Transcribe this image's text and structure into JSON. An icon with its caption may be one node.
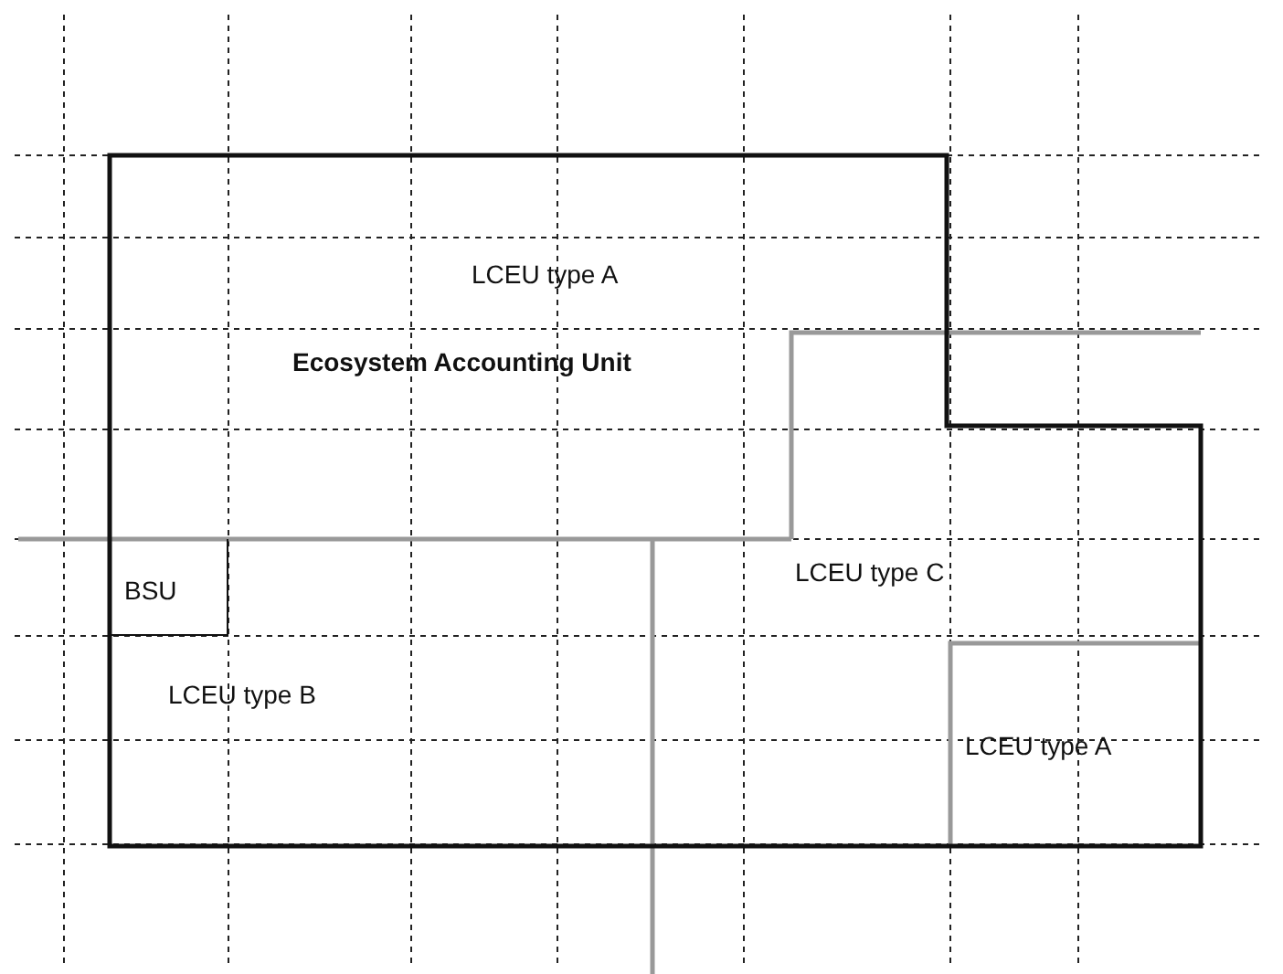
{
  "diagram": {
    "nodes": [
      {
        "text": [
          "Ecosystem Accounting Unit"
        ]
      },
      {
        "text": [
          "LCEU type A"
        ],
        "in": 0
      },
      {
        "text": [
          "LCEU type B"
        ],
        "in": 0
      },
      {
        "text": [
          "BSU"
        ],
        "in": 2
      },
      {
        "text": [
          "LCEU type C"
        ],
        "in": 0
      },
      {
        "text": [
          "LCEU type A"
        ],
        "in": 0
      }
    ]
  }
}
